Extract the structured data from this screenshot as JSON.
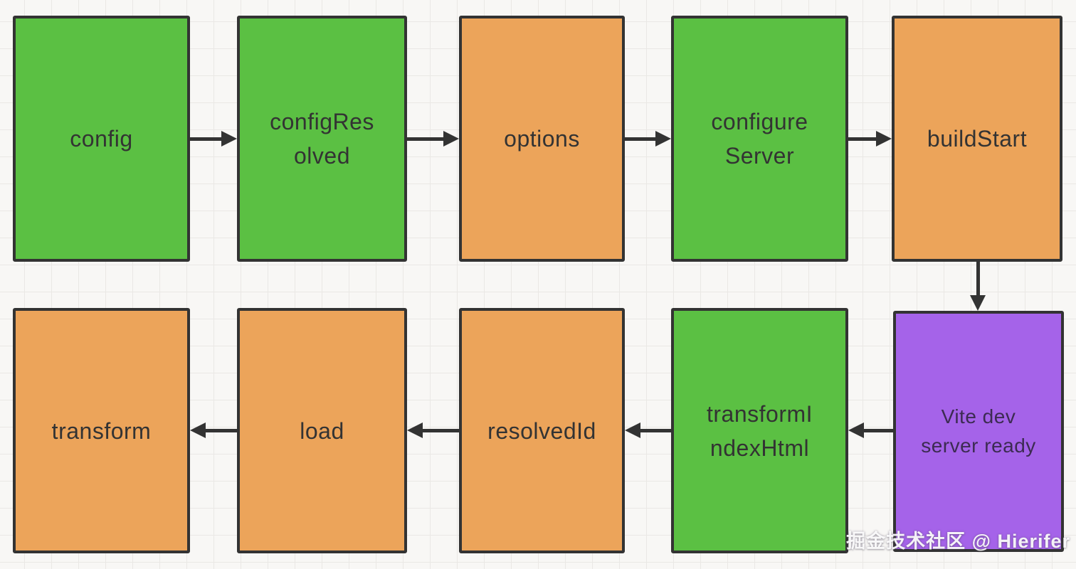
{
  "diagram": {
    "description": "Vite plugin lifecycle hooks flowchart",
    "nodes": [
      {
        "id": "config",
        "label": "config",
        "color": "green"
      },
      {
        "id": "configResolved",
        "label": "configRes\nolved",
        "color": "green"
      },
      {
        "id": "options",
        "label": "options",
        "color": "orange"
      },
      {
        "id": "configureServer",
        "label": "configure\nServer",
        "color": "green"
      },
      {
        "id": "buildStart",
        "label": "buildStart",
        "color": "orange"
      },
      {
        "id": "viteDevServerReady",
        "label": "Vite dev\nserver ready",
        "color": "purple"
      },
      {
        "id": "transformIndexHtml",
        "label": "transformI\nndexHtml",
        "color": "green"
      },
      {
        "id": "resolvedId",
        "label": "resolvedId",
        "color": "orange"
      },
      {
        "id": "load",
        "label": "load",
        "color": "orange"
      },
      {
        "id": "transform",
        "label": "transform",
        "color": "orange"
      }
    ],
    "edges": [
      {
        "from": "config",
        "to": "configResolved",
        "direction": "right"
      },
      {
        "from": "configResolved",
        "to": "options",
        "direction": "right"
      },
      {
        "from": "options",
        "to": "configureServer",
        "direction": "right"
      },
      {
        "from": "configureServer",
        "to": "buildStart",
        "direction": "right"
      },
      {
        "from": "buildStart",
        "to": "viteDevServerReady",
        "direction": "down"
      },
      {
        "from": "viteDevServerReady",
        "to": "transformIndexHtml",
        "direction": "left"
      },
      {
        "from": "transformIndexHtml",
        "to": "resolvedId",
        "direction": "left"
      },
      {
        "from": "resolvedId",
        "to": "load",
        "direction": "left"
      },
      {
        "from": "load",
        "to": "transform",
        "direction": "left"
      }
    ],
    "colors": {
      "green": "#5bc043",
      "orange": "#eca45a",
      "purple": "#a563e9",
      "border": "#333333",
      "arrow": "#333333",
      "text": "#333333",
      "purple_text": "#3c2b52",
      "background": "#f8f7f5",
      "grid_line": "#eae8e5"
    },
    "watermark": "掘金技术社区 @ Hierifer"
  }
}
